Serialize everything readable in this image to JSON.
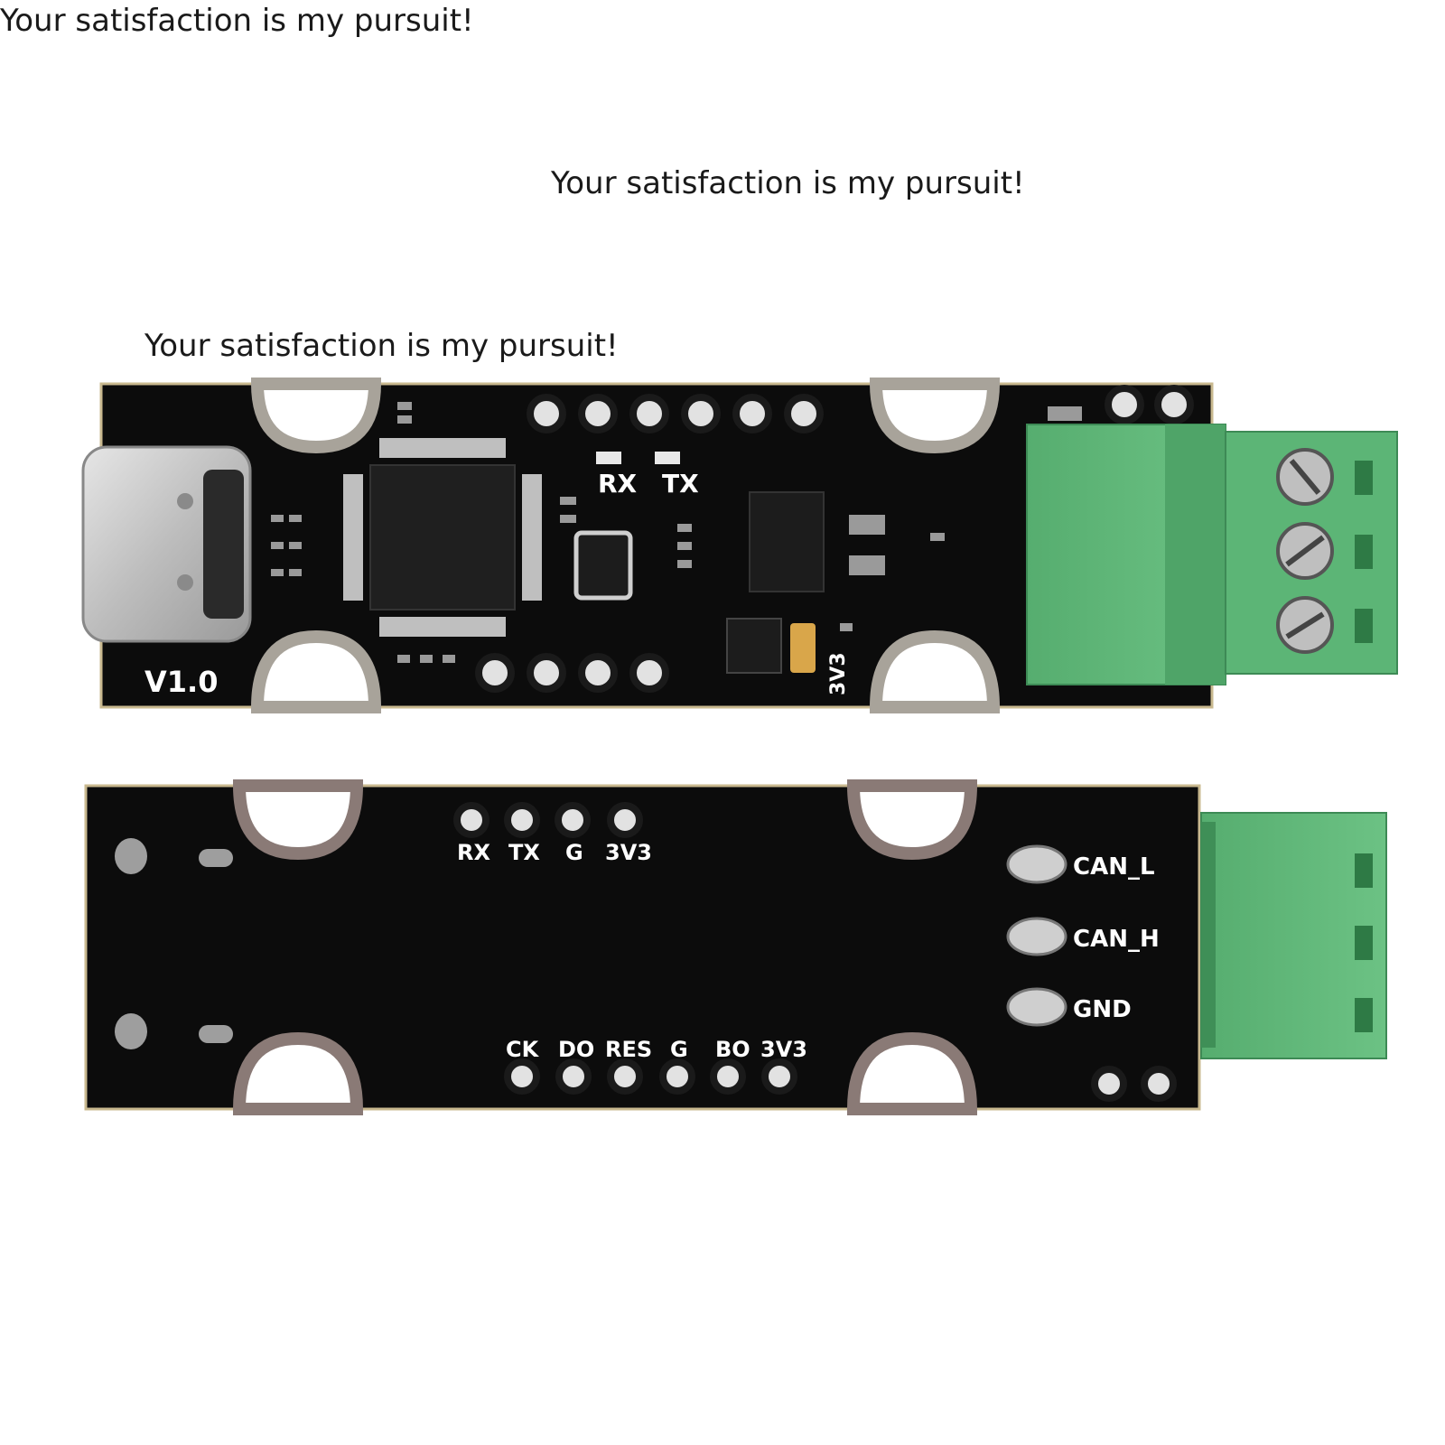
{
  "watermarks": [
    "Your satisfaction is my pursuit!",
    "Your satisfaction is my pursuit!",
    "Your satisfaction is my pursuit!"
  ],
  "front_board": {
    "version_label": "V1.0",
    "led_labels": [
      "RX",
      "TX"
    ],
    "power_label": "3V3"
  },
  "back_board": {
    "top_header_labels": [
      "RX",
      "TX",
      "G",
      "3V3"
    ],
    "bottom_header_labels": [
      "CK",
      "DO",
      "RES",
      "G",
      "BO",
      "3V3"
    ],
    "can_labels": [
      "CAN_L",
      "CAN_H",
      "GND"
    ]
  },
  "colors": {
    "pcb": "#0c0c0c",
    "terminal_green": "#5fb87a",
    "gold_edge": "#d8c9a2",
    "background": "#ffffff"
  }
}
